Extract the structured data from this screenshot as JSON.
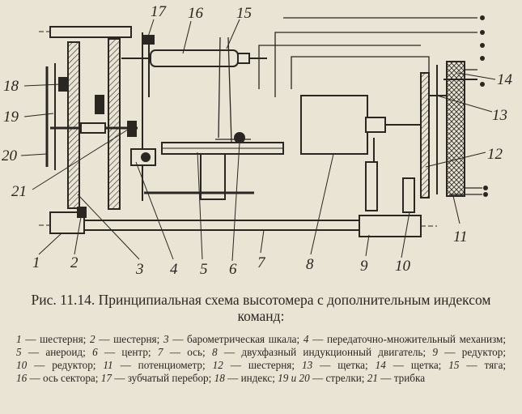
{
  "figure": {
    "part_numbers": [
      "1",
      "2",
      "3",
      "4",
      "5",
      "6",
      "7",
      "8",
      "9",
      "10",
      "11",
      "12",
      "13",
      "14",
      "15",
      "16",
      "17",
      "18",
      "19",
      "20",
      "21"
    ]
  },
  "caption": {
    "number": "Рис. 11.14.",
    "text": "Принципиальная схема высотомера с дополнительным индексом команд:"
  },
  "legend": [
    {
      "n": "1",
      "label": "шестерня"
    },
    {
      "n": "2",
      "label": "шестерня"
    },
    {
      "n": "3",
      "label": "барометрическая шкала"
    },
    {
      "n": "4",
      "label": "передаточно-множительный механизм"
    },
    {
      "n": "5",
      "label": "анероид"
    },
    {
      "n": "6",
      "label": "центр"
    },
    {
      "n": "7",
      "label": "ось"
    },
    {
      "n": "8",
      "label": "двухфазный индукционный двигатель"
    },
    {
      "n": "9",
      "label": "редуктор"
    },
    {
      "n": "10",
      "label": "редуктор"
    },
    {
      "n": "11",
      "label": "потенциометр"
    },
    {
      "n": "12",
      "label": "шестерня"
    },
    {
      "n": "13",
      "label": "щетка"
    },
    {
      "n": "14",
      "label": "щетка"
    },
    {
      "n": "15",
      "label": "тяга"
    },
    {
      "n": "16",
      "label": "ось сектора"
    },
    {
      "n": "17",
      "label": "зубчатый перебор"
    },
    {
      "n": "18",
      "label": "индекс"
    },
    {
      "n": "19 и 20",
      "label": "стрелки"
    },
    {
      "n": "21",
      "label": "трибка"
    }
  ]
}
